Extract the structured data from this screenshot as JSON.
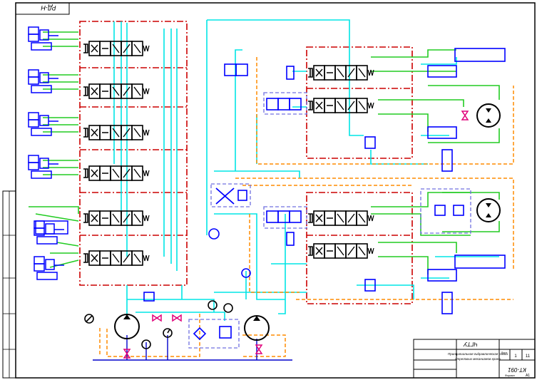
{
  "drawing": {
    "code_top": "РД-Н",
    "org": "ЧГТУ",
    "title_line1": "Принципиальная гидравлическая схема",
    "title_line2": "стреловых механизмов крана",
    "doc_code": "КТ-091",
    "sheet_num": "1",
    "sheets_total": "11",
    "sheet_label": "Лист",
    "format_label": "Формат",
    "format_value": "А1"
  },
  "colors": {
    "pressure": "#00e5e5",
    "drain": "#22cc22",
    "pilot": "#ff8c00",
    "frame": "#cc0000",
    "block": "#7070e0",
    "line": "#000000",
    "indicator": "#e0007a"
  }
}
